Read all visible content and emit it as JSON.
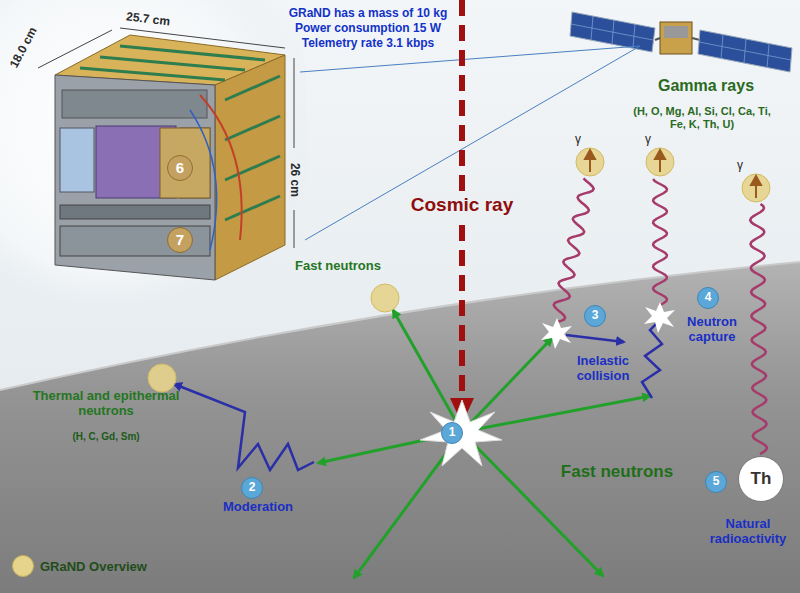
{
  "diagram": {
    "nodes": [
      {
        "text": [
          "Th"
        ]
      }
    ],
    "labels": [
      "18.0 cm",
      "25.7 cm",
      "26 cm",
      "GRaND has a mass of 10 kg",
      "Power consumption 15 W",
      "Telemetry rate 3.1 kbps",
      "6",
      "7",
      "Gamma rays",
      "(H, O, Mg, Al, Si, Cl, Ca, Ti, Fe, K, Th, U)",
      "γ",
      "γ",
      "γ",
      "Cosmic ray",
      "Fast neutrons",
      "1",
      "Thermal and epithermal neutrons",
      "(H, C, Gd, Sm)",
      "2",
      "Moderation",
      "3",
      "Inelastic collision",
      "4",
      "Neutron capture",
      "Fast neutrons",
      "5",
      "Natural radioactivity"
    ],
    "legend": [
      {
        "text": "GRaND Overview",
        "color": "#e6d38c"
      }
    ]
  }
}
